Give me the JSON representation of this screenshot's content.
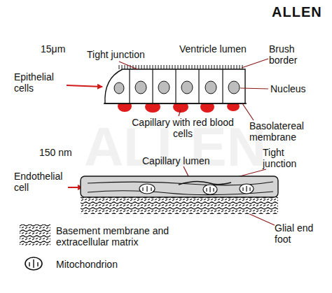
{
  "diagram": {
    "labels": [
      "ALLEN",
      "ALLEN",
      "15μm",
      "Tight junction",
      "Ventricle lumen",
      "Brush border",
      "Epithelial cells",
      "Nucleus",
      "Capillary with red blood cells",
      "Basolatereal membrane",
      "150 nm",
      "Capillary lumen",
      "Tight junction",
      "Endothelial cell",
      "Glial end foot"
    ],
    "legend": [
      {
        "text": "Basement membrane and extracellular matrix"
      },
      {
        "text": "Mitochondrion"
      }
    ]
  }
}
